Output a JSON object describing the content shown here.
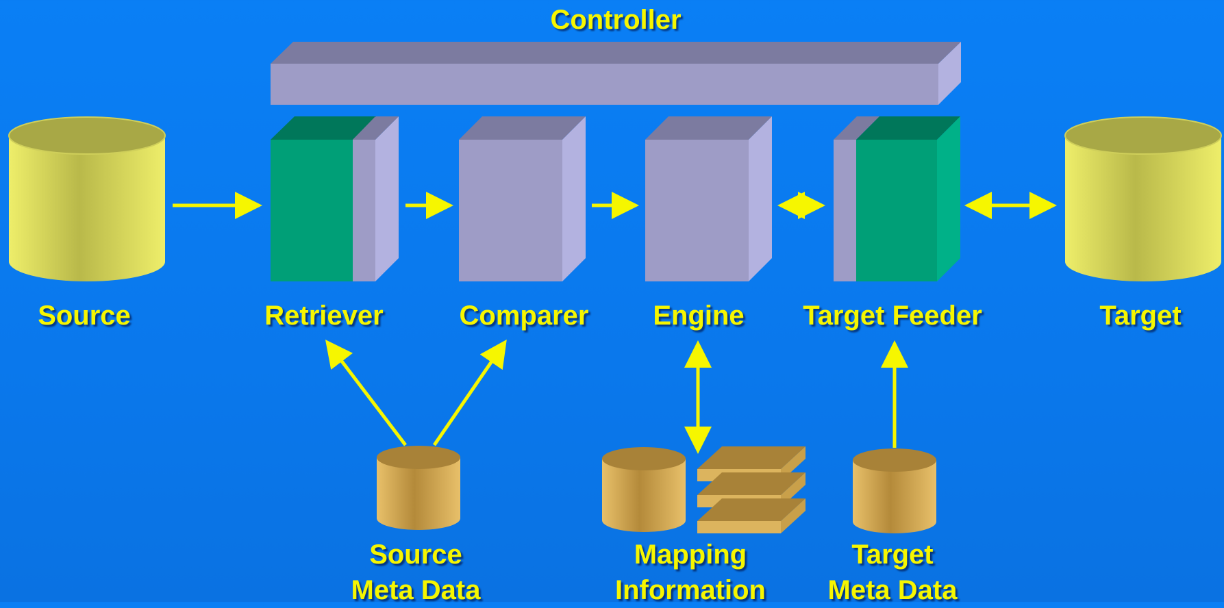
{
  "labels": {
    "controller": "Controller",
    "source": "Source",
    "retriever": "Retriever",
    "comparer": "Comparer",
    "engine": "Engine",
    "target_feeder": "Target Feeder",
    "target": "Target",
    "source_meta_line1": "Source",
    "source_meta_line2": "Meta Data",
    "mapping_line1": "Mapping",
    "mapping_line2": "Information",
    "target_meta_line1": "Target",
    "target_meta_line2": "Meta Data"
  },
  "colors": {
    "background": "#0a7ff5",
    "label_yellow": "#f6f600",
    "arrow_yellow": "#f6f600",
    "lavender_front": "#9e9cc6",
    "lavender_top": "#7c7ba0",
    "lavender_side": "#b3b2e0",
    "green_front": "#009f77",
    "green_top": "#00775a",
    "green_side": "#00b188",
    "db_yellow": "#e6e660",
    "db_tan": "#dcb45e"
  }
}
